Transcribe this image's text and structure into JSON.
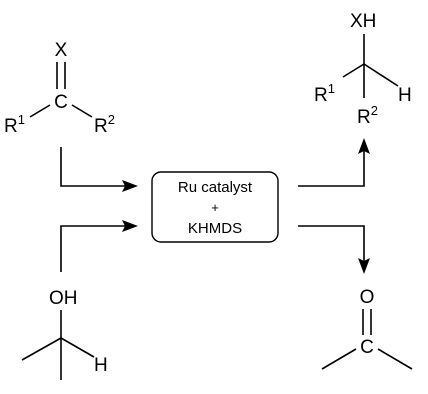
{
  "reactant_carbonyl": {
    "heteroatom": "X",
    "carbon": "C",
    "substituent_left": "R",
    "substituent_left_index": "1",
    "substituent_right": "R",
    "substituent_right_index": "2"
  },
  "reactant_alcohol": {
    "hydroxyl": "OH",
    "hydrogen": "H"
  },
  "reagents": {
    "catalyst": "Ru catalyst",
    "plus": "+",
    "base": "KHMDS"
  },
  "product_reduced": {
    "group": "XH",
    "substituent_left": "R",
    "substituent_left_index": "1",
    "substituent_bottom": "R",
    "substituent_bottom_index": "2",
    "hydrogen": "H"
  },
  "product_ketone": {
    "oxygen": "O",
    "carbon": "C"
  }
}
